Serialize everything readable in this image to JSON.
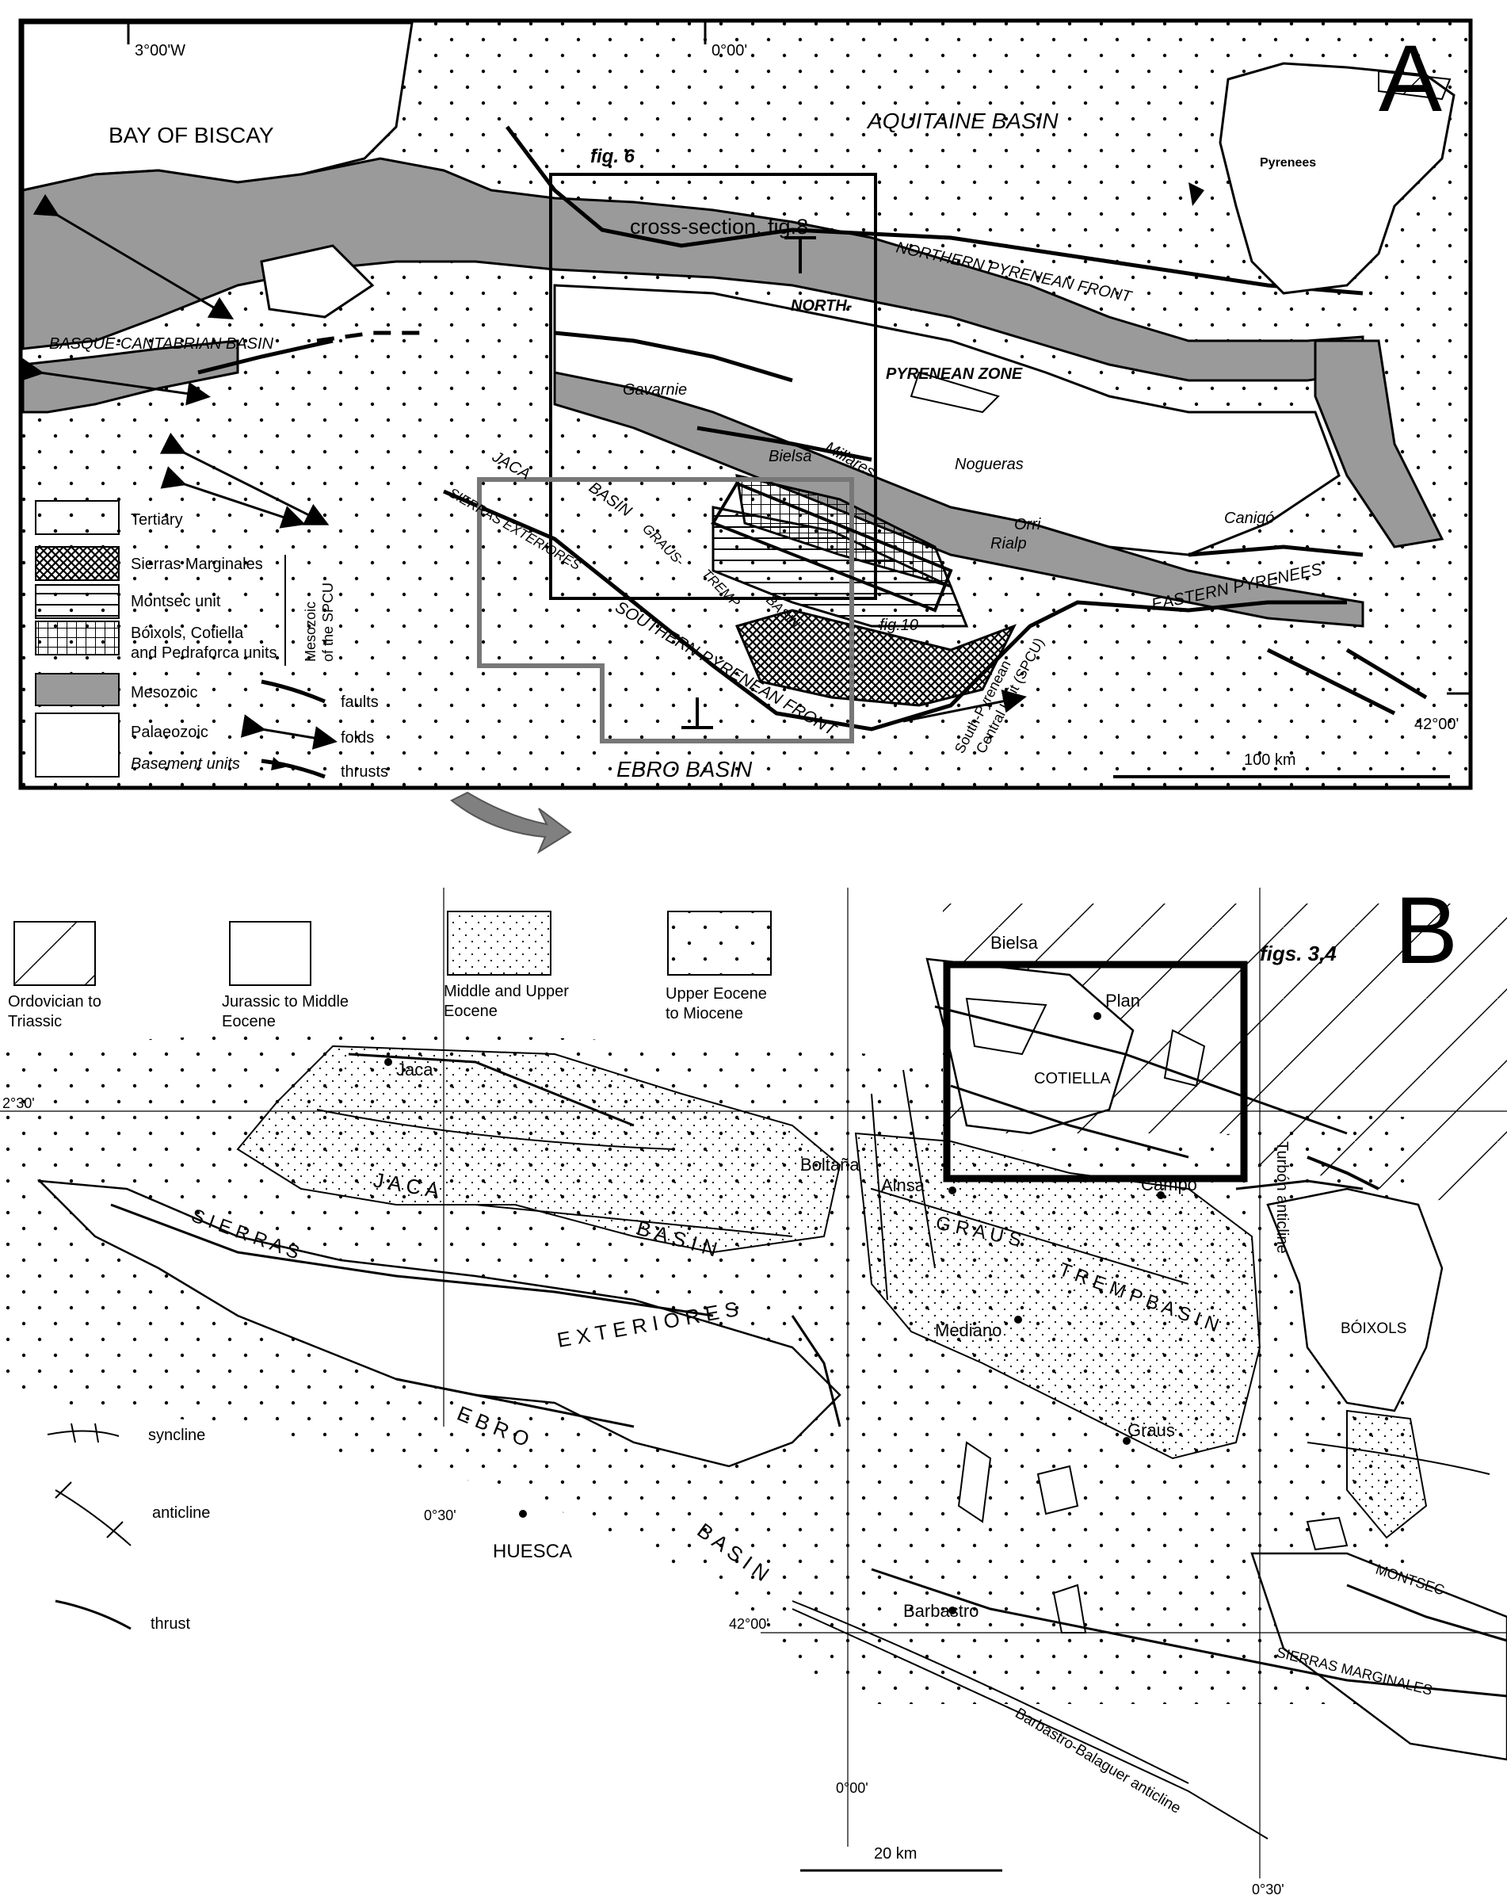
{
  "panel_a": {
    "letter": "A",
    "coords": {
      "lon_w": "3°00'W",
      "lon_0": "0°00'",
      "lat": "42°00'"
    },
    "places": {
      "bay": "BAY OF BISCAY",
      "aquitaine": "AQUITAINE BASIN",
      "basque": "BASQUE-CANTABRIAN BASIN",
      "north_pyr_zone_1": "NORTH-",
      "north_pyr_zone_2": "PYRENEAN ZONE",
      "gavarnie": "Gavarnie",
      "bielsa": "Bielsa",
      "millares": "Millares",
      "nogueras": "Nogueras",
      "orri": "Orri",
      "rialp": "Rialp",
      "canigo": "Canigó",
      "jaca": "JACA",
      "basin": "BASIN",
      "graus": "GRAUS-",
      "tremp": "TREMP",
      "basin2": "BASIN",
      "sierras_ext": "SIERRAS EXTERIORES",
      "southern_front": "SOUTHERN PYRENEAN FRONT",
      "northern_front": "NORTHERN PYRENEAN FRONT",
      "eastern": "EASTERN PYRENEES",
      "ebro": "EBRO BASIN",
      "spcu_1": "South-Pyrenean",
      "spcu_2": "Central Unit (SPCU)",
      "inset": "Pyrenees"
    },
    "callouts": {
      "fig6": "fig. 6",
      "cross_section": "cross-section, fig.8",
      "fig10": "fig.10"
    },
    "scale": "100 km",
    "legend": {
      "tertiary": "Tertiary",
      "sierras_marginales": "Sierras Marginales",
      "montsec": "Montsec unit",
      "boixols_1": "Bóixols, Cotiella",
      "boixols_2": "and Pedraforca units",
      "mesozoic_spcu_1": "Mesozoic",
      "mesozoic_spcu_2": "of the SPCU",
      "mesozoic": "Mesozoic",
      "palaeozoic": "Palaeozoic",
      "basement": "Basement units",
      "faults": "faults",
      "folds": "folds",
      "thrusts": "thrusts"
    }
  },
  "panel_b": {
    "letter": "B",
    "legend_top": {
      "ordovician_1": "Ordovician to",
      "ordovician_2": "Triassic",
      "jurassic_1": "Jurassic to Middle",
      "jurassic_2": "Eocene",
      "middle_eocene_1": "Middle and Upper",
      "middle_eocene_2": "Eocene",
      "upper_eocene_1": "Upper Eocene",
      "upper_eocene_2": "to Miocene"
    },
    "legend_left": {
      "syncline": "syncline",
      "anticline": "anticline",
      "thrust": "thrust"
    },
    "places": {
      "bielsa": "Bielsa",
      "plan": "Plan",
      "cotiella": "COTIELLA",
      "jaca": "Jaca",
      "boltana": "Boltaña",
      "ainsa": "Ainsa",
      "campo": "Campo",
      "turbon": "Turbón anticline",
      "boixols": "BÓIXOLS",
      "mediano": "Mediano",
      "graus": "Graus",
      "montsec": "MONTSEC",
      "sierras_marginales": "SIERRAS MARGINALES",
      "huesca": "HUESCA",
      "barbastro": "Barbastro",
      "barbastro_anticline": "Barbastro-Balaguer anticline",
      "jaca_basin_1": "J A C A",
      "jaca_basin_2": "B A S I N",
      "sierras": "S I E R R A S",
      "exteriores": "E X T E R I O R E S",
      "graus_basin_1": "G R A U S",
      "graus_basin_2": "T R E M P   B A S I N",
      "ebro_1": "E B R O",
      "ebro_2": "B A S I N"
    },
    "coords": {
      "lat_top": "2°30'",
      "lon_left": "0°30'",
      "lat_bottom": "42°00'",
      "lon_mid": "0°00'",
      "lon_right": "0°30'"
    },
    "callout": "figs. 3,4",
    "scale": "20 km"
  }
}
